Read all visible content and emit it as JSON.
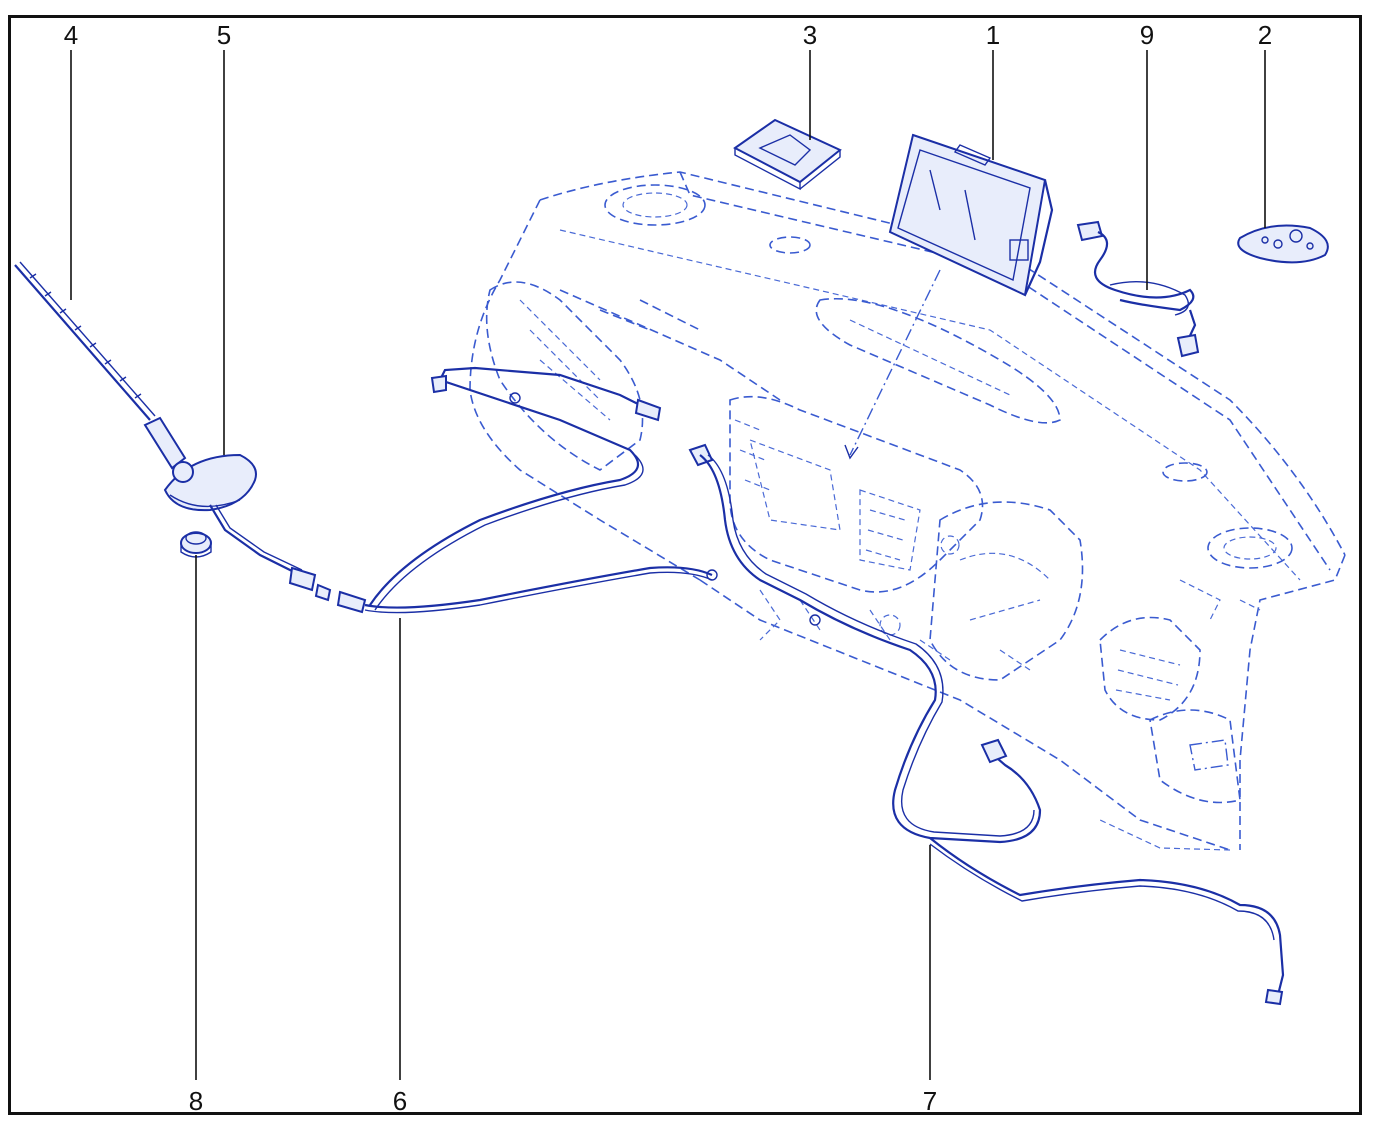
{
  "callouts": [
    {
      "id": "4",
      "label": "4"
    },
    {
      "id": "5",
      "label": "5"
    },
    {
      "id": "3",
      "label": "3"
    },
    {
      "id": "1",
      "label": "1"
    },
    {
      "id": "9",
      "label": "9"
    },
    {
      "id": "2",
      "label": "2"
    },
    {
      "id": "8",
      "label": "8"
    },
    {
      "id": "6",
      "label": "6"
    },
    {
      "id": "7",
      "label": "7"
    }
  ],
  "colors": {
    "line_art": "#1b2fa6",
    "dashed_art": "#3a5bd0",
    "frame": "#111111",
    "background": "#ffffff"
  }
}
